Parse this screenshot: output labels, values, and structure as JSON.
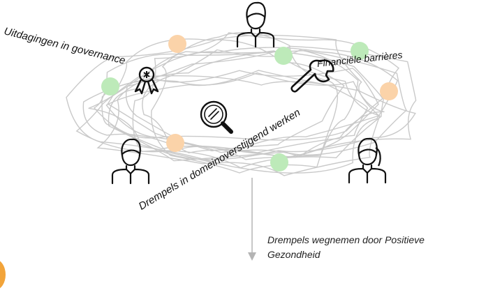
{
  "labels": {
    "governance": "Uitdagingen in governance",
    "financial": "Financiële barrières",
    "domain": "Drempels in domeinoverstijgend werken"
  },
  "caption": "Drempels wegnemen door Positieve Gezondheid",
  "colors": {
    "scribble": "#c9c9c9",
    "peach": "#fbd3a9",
    "green": "#bdeab9",
    "arrow": "#b4b4b4",
    "corner_accent": "#f2a43a"
  },
  "icons": [
    "person-icon",
    "award-ribbon-icon",
    "wrench-icon",
    "magnifier-icon"
  ]
}
